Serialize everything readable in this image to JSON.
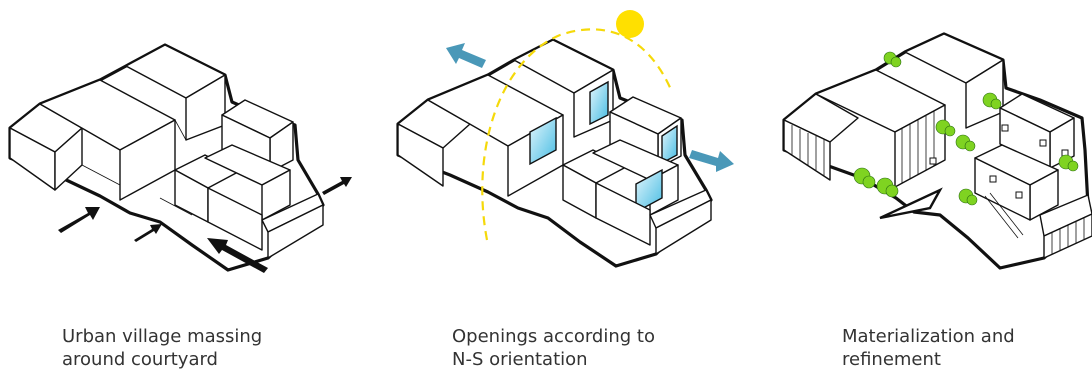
{
  "captions": [
    {
      "line1": "Urban village massing",
      "line2": "around courtyard"
    },
    {
      "line1": "Openings according to",
      "line2": "N-S orientation"
    },
    {
      "line1": "Materialization and",
      "line2": "refinement"
    }
  ],
  "colors": {
    "sun": "#FFE000",
    "sun_path": "#F5D90A",
    "wind_arrow": "#4A98B8",
    "glass_light": "#E4F6FC",
    "glass_dark": "#46BCE3",
    "tree": "#7FD321",
    "outline": "#111111"
  },
  "icons": [
    "sun-icon",
    "arrow-icon",
    "tree-icon"
  ]
}
